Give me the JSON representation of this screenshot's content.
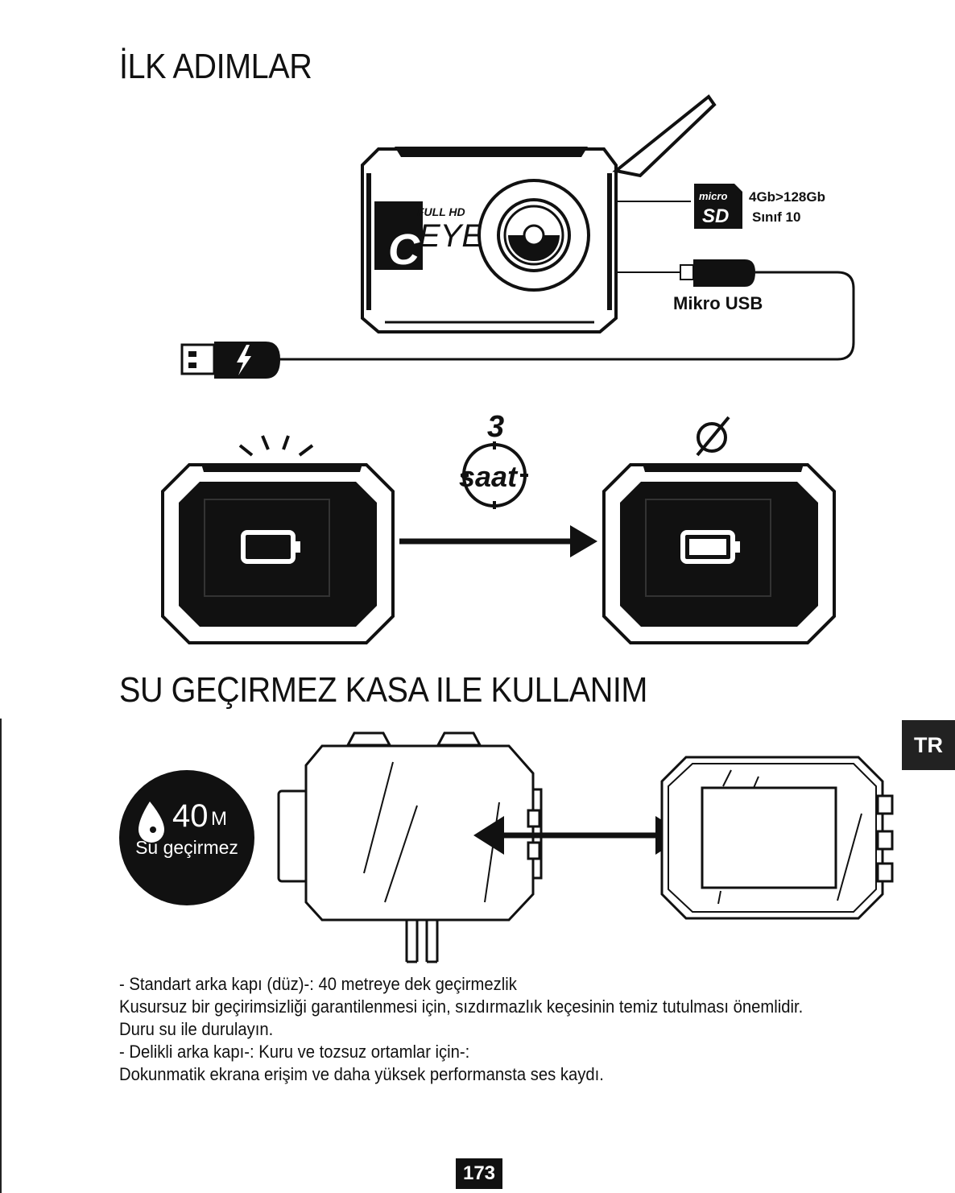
{
  "section1": {
    "title": "İLK ADIMLAR",
    "logo_text": {
      "full_hd": "FULL HD",
      "eye": "EYE",
      "c": "C"
    },
    "microsd": {
      "micro": "micro",
      "sd": "SD",
      "capacity": "4Gb>128Gb",
      "class": "Sınıf 10"
    },
    "usb_label": "Mikro USB",
    "charge_time": {
      "number": "3",
      "unit": "saat"
    }
  },
  "section2": {
    "title": "SU GEÇIRMEZ KASA ILE KULLANIM",
    "badge": {
      "depth": "40",
      "unit": "M",
      "label": "Su geçirmez"
    }
  },
  "text": {
    "line1": "-   Standart arka kapı (düz)-: 40 metreye dek geçirmezlik",
    "line2": "Kusursuz bir geçirimsizliği garantilenmesi için, sızdırmazlık keçesinin temiz tutulması önemlidir.",
    "line3": "Duru su ile durulayın.",
    "line4": "-   Delikli arka kapı-: Kuru ve tozsuz ortamlar için-:",
    "line5": "Dokunmatik ekrana erişim ve daha yüksek performansta ses kaydı."
  },
  "language_tab": "TR",
  "page_number": "173",
  "icons": [
    "camera-front-icon",
    "micro-sd-card-icon",
    "micro-usb-plug-icon",
    "usb-plug-icon",
    "lightning-icon",
    "battery-empty-icon",
    "battery-full-icon",
    "clock-icon",
    "blink-rays-icon",
    "no-light-icon",
    "arrow-right-icon",
    "double-arrow-icon",
    "water-drop-icon",
    "waterproof-case-icon",
    "back-door-icon"
  ]
}
